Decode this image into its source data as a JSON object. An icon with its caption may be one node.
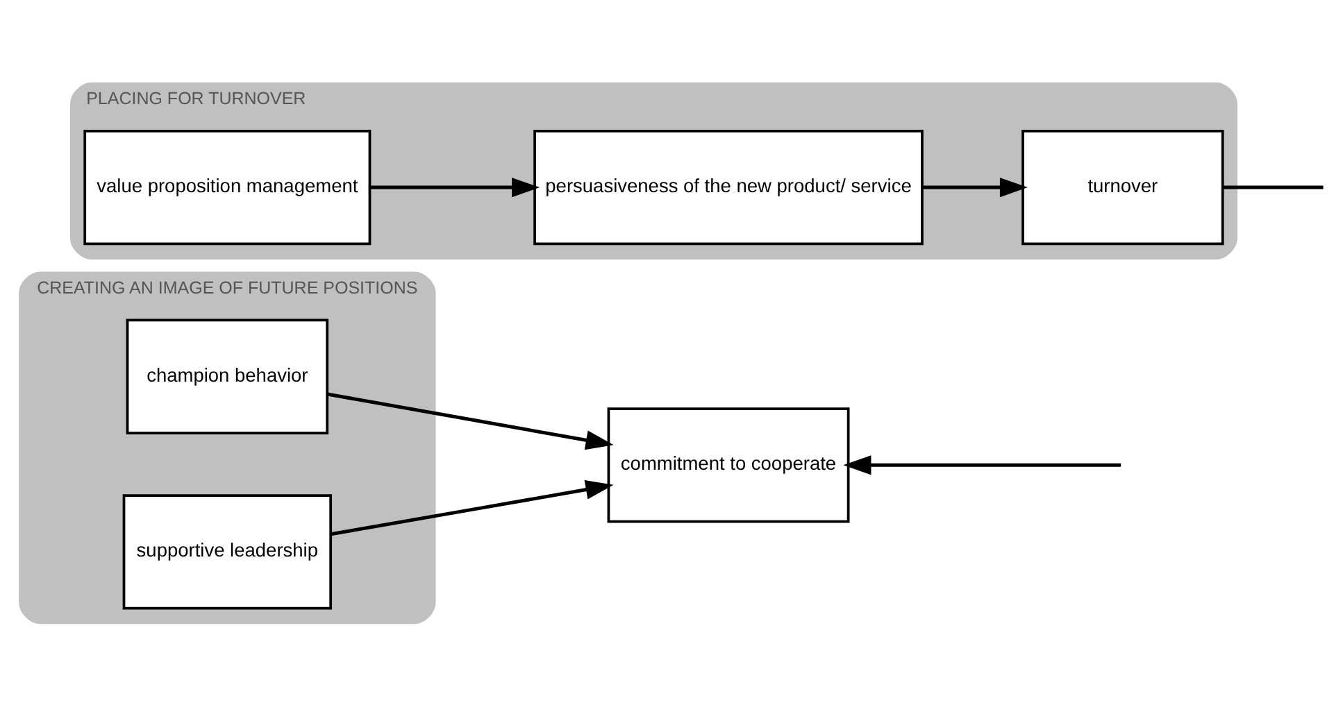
{
  "diagram": {
    "nodes": [
      {
        "text": [
          "CREATING AN IMAGE OF FUTURE POSITIONS"
        ]
      },
      {
        "text": [
          "champion behavior"
        ],
        "in": 0
      },
      {
        "text": [
          "supportive leadership"
        ],
        "in": 0
      },
      {
        "text": [
          "commitment to cooperate"
        ]
      },
      {
        "text": [
          "PLACING FOR TURNOVER"
        ]
      },
      {
        "text": [
          "value proposition management"
        ],
        "in": 4
      },
      {
        "text": [
          "persuasiveness of the new product/ service"
        ],
        "in": 4
      },
      {
        "text": [
          "turnover"
        ],
        "in": 4
      }
    ],
    "edges": [
      {
        "from": 1,
        "to": 3,
        "arrow": "to"
      },
      {
        "from": 2,
        "to": 3,
        "arrow": "to"
      },
      {
        "from": null,
        "to": 3,
        "arrow": "to"
      },
      {
        "from": 5,
        "to": 6,
        "arrow": "to"
      },
      {
        "from": 6,
        "to": 7,
        "arrow": "to"
      },
      {
        "from": 7,
        "to": null,
        "arrow": "none"
      }
    ]
  }
}
